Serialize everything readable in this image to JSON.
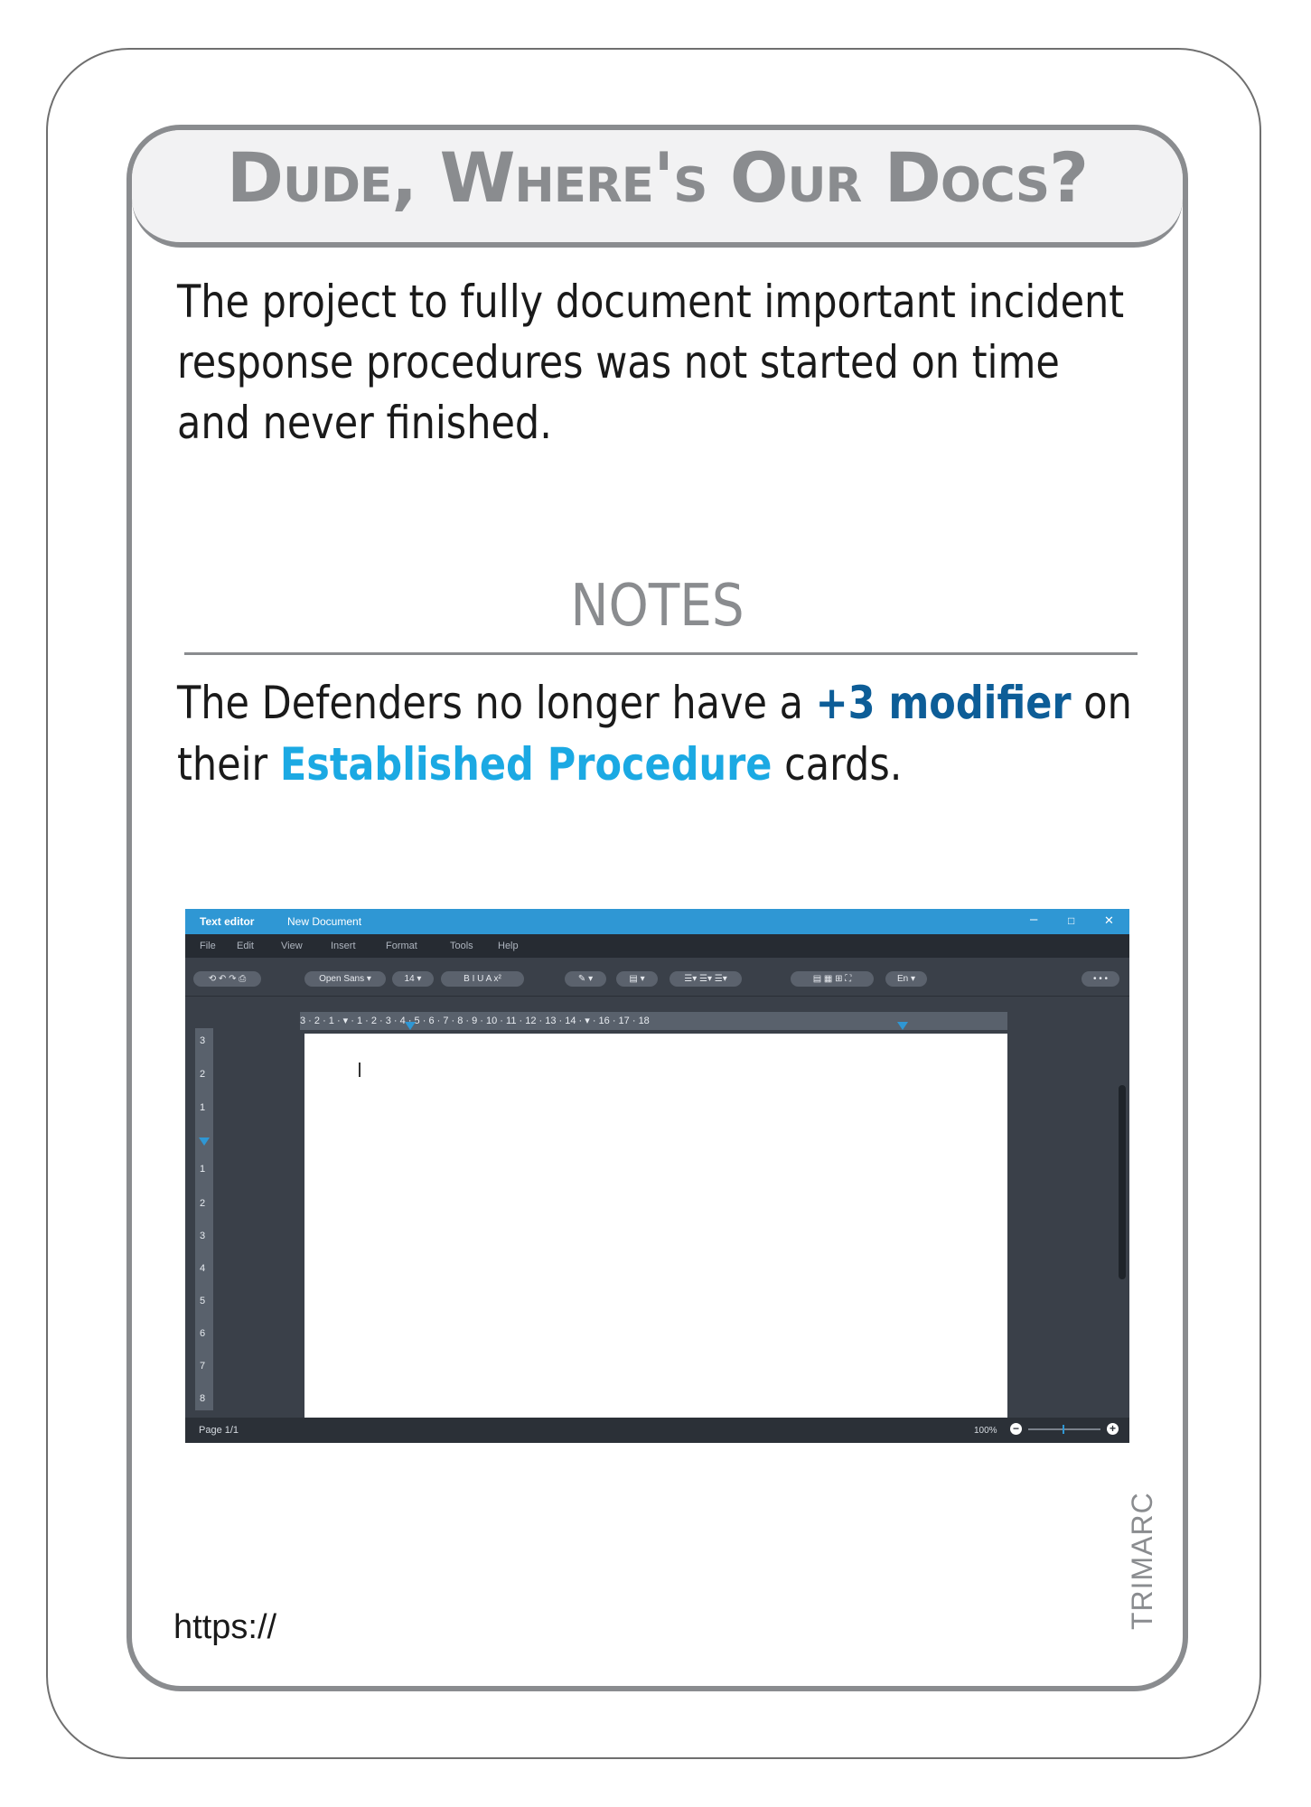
{
  "card": {
    "title": "Dude, Where's Our Docs?",
    "description": "The project to fully document important incident response procedures was not started on time and never finished.",
    "notes_heading": "NOTES",
    "notes": {
      "part1": "The Defenders no longer have a ",
      "highlight1": "+3 modifier",
      "part2": " on their ",
      "highlight2": "Established Procedure",
      "part3": " cards."
    },
    "url": "https://",
    "brand": "TRIMARC",
    "colors": {
      "border": "#8a8c8f",
      "highlight_dark": "#0d5d97",
      "highlight_light": "#1ba9e3"
    }
  },
  "editor": {
    "app_name": "Text editor",
    "doc_name": "New Document",
    "window_buttons": [
      "–",
      "□",
      "✕"
    ],
    "menu": [
      "File",
      "Edit",
      "View",
      "Insert",
      "Format",
      "Tools",
      "Help"
    ],
    "toolbar": {
      "font": "Open Sans ▾",
      "size": "14 ▾",
      "format": "B I U A x²",
      "pen": "✎ ▾",
      "align": "▤ ▾",
      "lists": "☰▾ ☰▾ ☰▾",
      "insert": "▤ ▦ ⊞ ⛶",
      "lang": "En ▾",
      "more": "• • •"
    },
    "ruler": "3 · 2 · 1 · ▾ · 1 · 2 · 3 · 4 · 5 · 6 · 7 · 8 · 9 · 10 · 11 · 12 · 13 · 14 · ▾ · 16 · 17 · 18",
    "vruler": [
      "3",
      "2",
      "1",
      "1",
      "2",
      "3",
      "4",
      "5",
      "6",
      "7",
      "8"
    ],
    "status_page": "Page 1/1",
    "zoom": "100%"
  }
}
